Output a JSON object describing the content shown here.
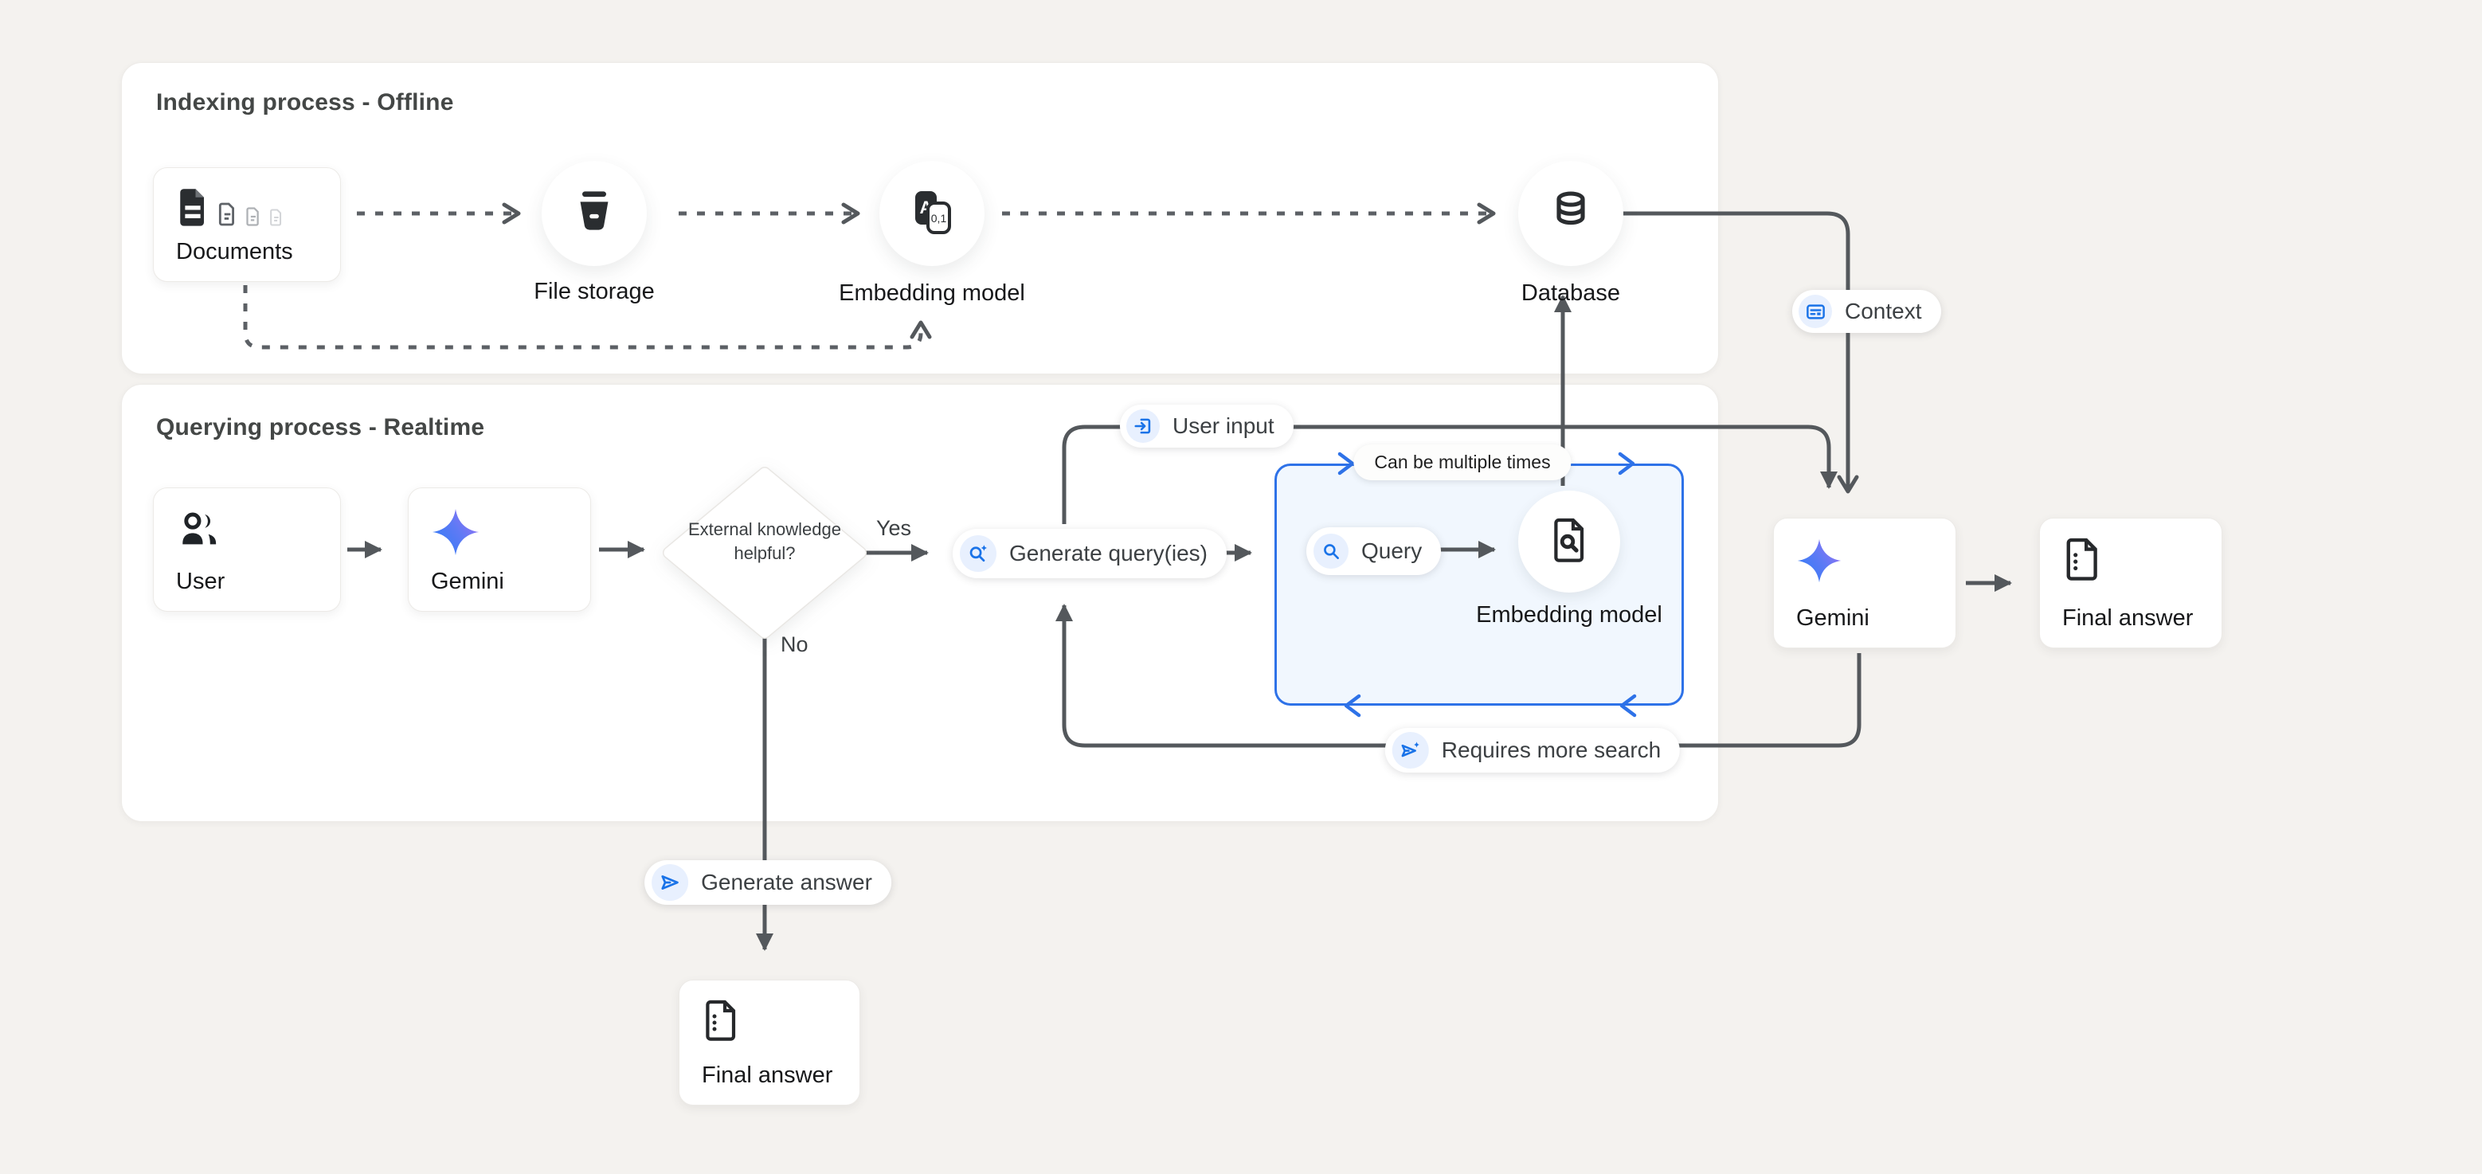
{
  "colors": {
    "background": "#f4f2ef",
    "panel": "#ffffff",
    "accent_blue": "#1a73e8",
    "box_border_blue": "#2e72e8",
    "box_fill_blue": "#f1f7fe",
    "icon_bubble_blue": "#e8f0fe",
    "line_gray": "#54585c",
    "title_gray": "#444746",
    "gemini_gradient_start": "#3079f8",
    "gemini_gradient_end": "#9d72f3"
  },
  "sections": {
    "indexing": {
      "title": "Indexing process - Offline"
    },
    "querying": {
      "title": "Querying process - Realtime"
    }
  },
  "indexing": {
    "documents": "Documents",
    "file_storage": "File storage",
    "embedding_model": "Embedding model",
    "database": "Database"
  },
  "querying": {
    "user": "User",
    "gemini": "Gemini",
    "decision": "External knowledge helpful?",
    "generate_queries": "Generate query(ies)",
    "query": "Query",
    "embedding_model": "Embedding model",
    "loop_note": "Can be multiple times",
    "gemini_synthesis": "Gemini",
    "final_answer": "Final answer",
    "final_answer_direct": "Final answer"
  },
  "edge_labels": {
    "yes": "Yes",
    "no": "No"
  },
  "annotations": {
    "context": "Context",
    "user_input": "User input",
    "requires_more_search": "Requires more search",
    "generate_answer": "Generate answer"
  }
}
